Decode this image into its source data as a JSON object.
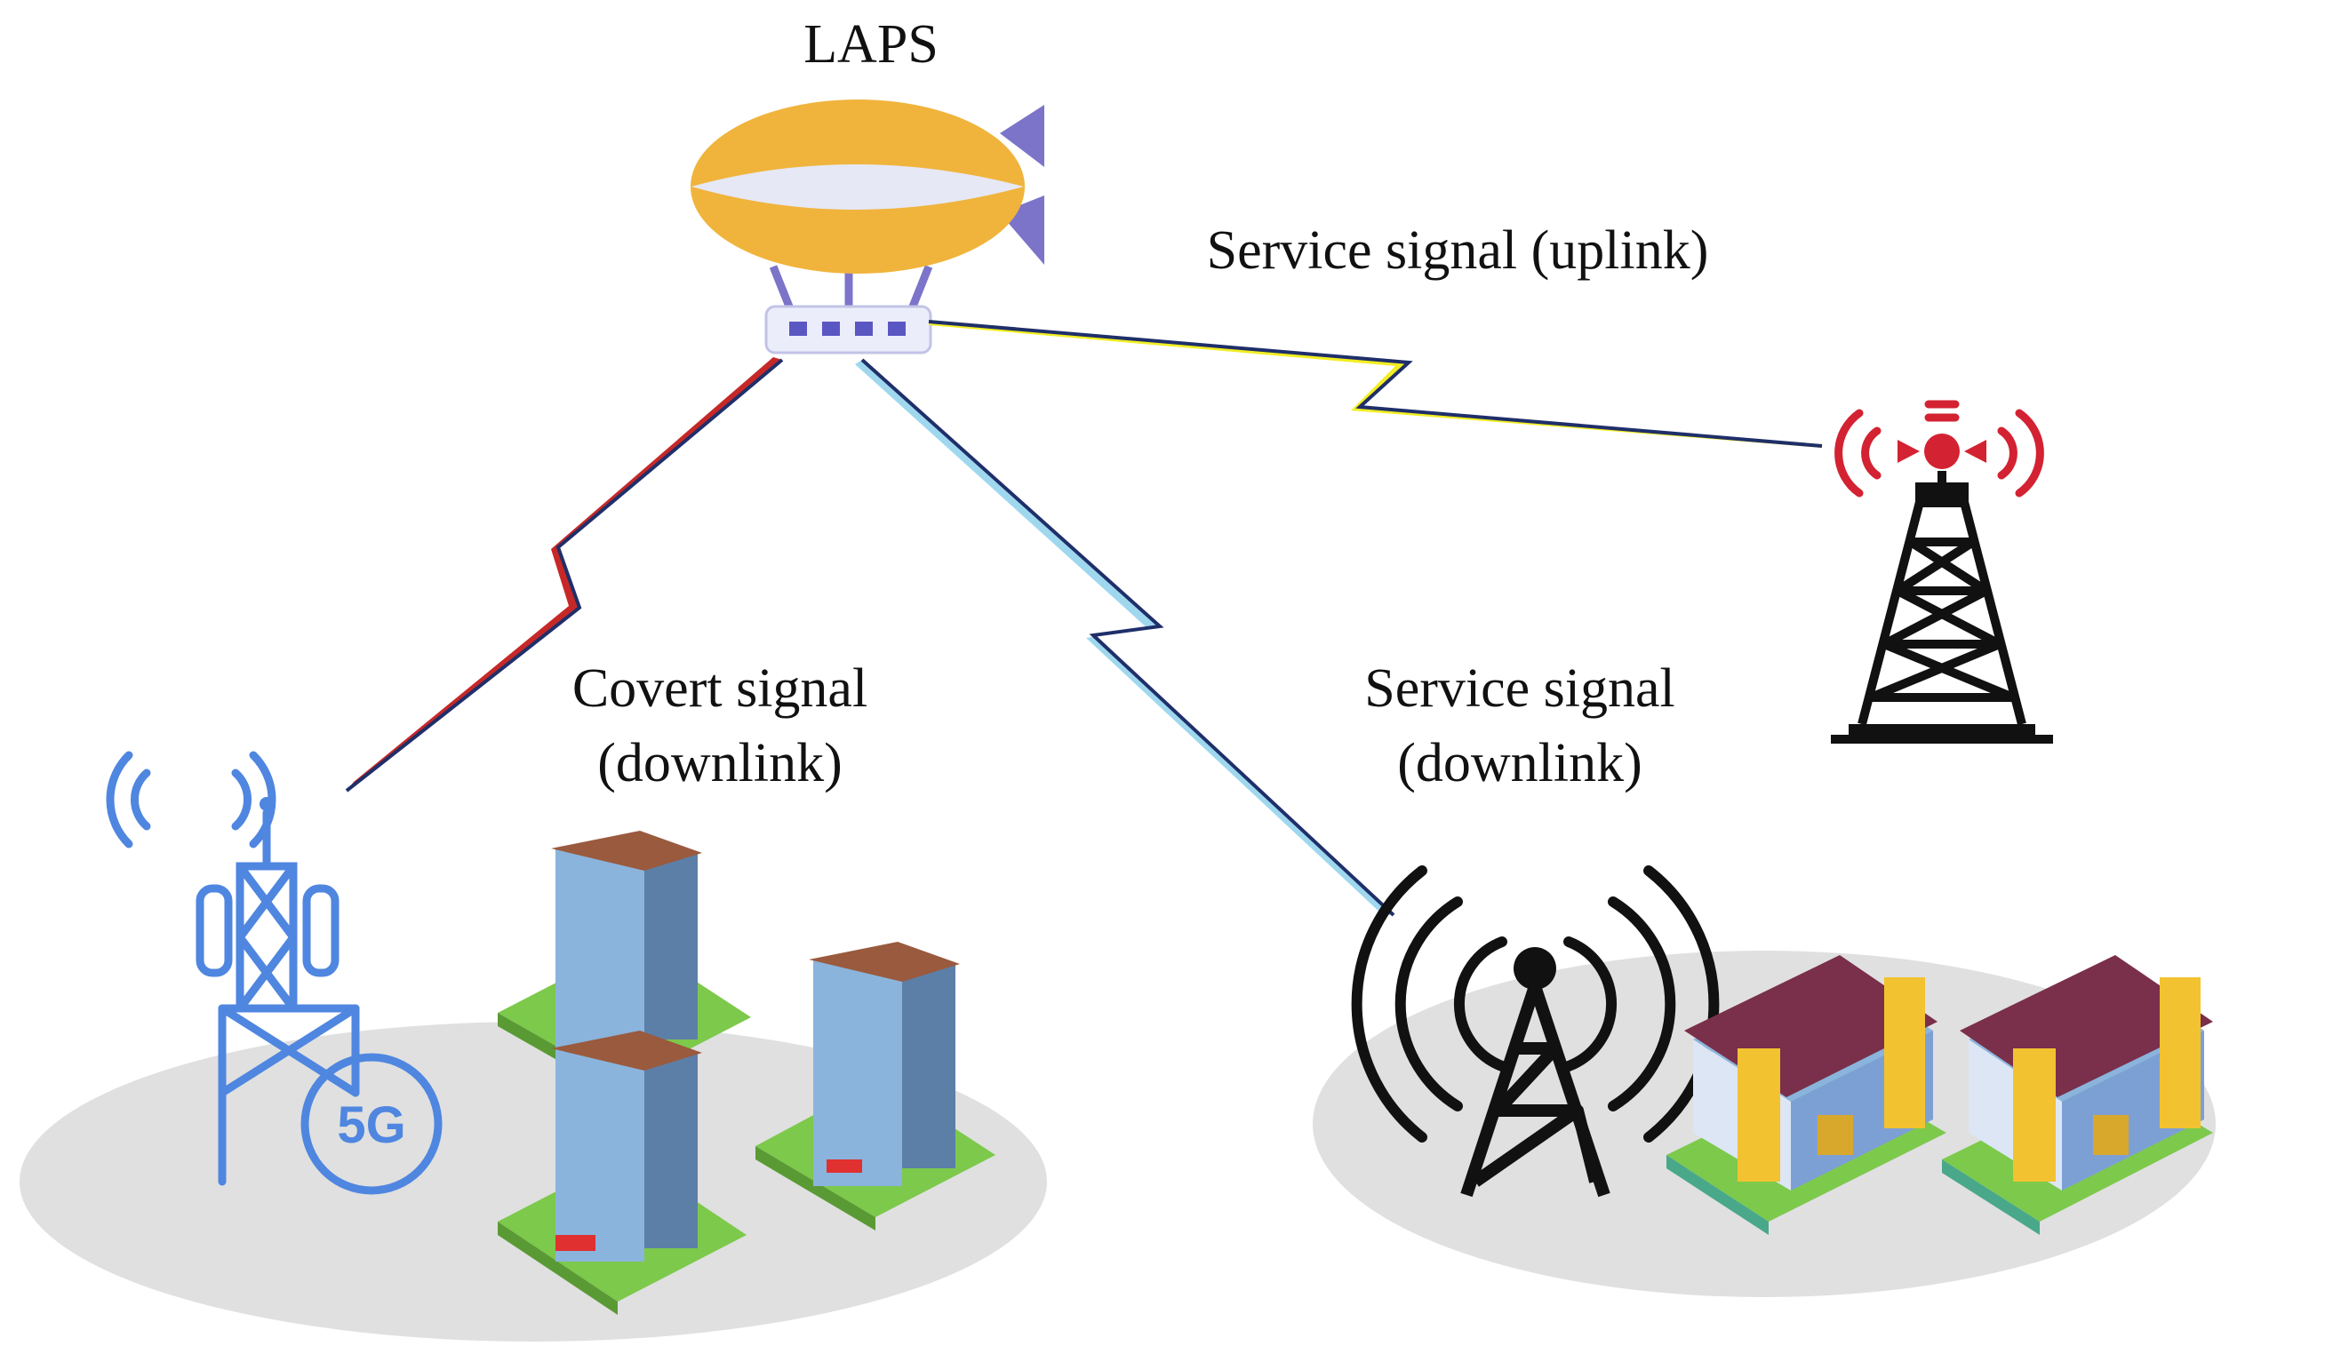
{
  "labels": {
    "laps": "LAPS",
    "uplink": "Service signal (uplink)",
    "covert_line1": "Covert signal",
    "covert_line2": "(downlink)",
    "service_line1": "Service signal",
    "service_line2": "(downlink)",
    "badge_5g": "5G"
  },
  "colors": {
    "ground": "#e0e0e0",
    "blimp_body": "#f0b43c",
    "blimp_stripe": "#e6e8f5",
    "blimp_fin": "#7b74c9",
    "link_dark": "#1f2f6a",
    "covert_bolt": "#c62828",
    "uplink_bolt": "#f2ee22",
    "service_bolt": "#9fd8ee",
    "tower_5g": "#4f86e0",
    "tower_red": "#d32232",
    "tower_black": "#111111",
    "building_blue": "#8ab4dc",
    "building_roof": "#9a5a3e",
    "grass": "#7dc94c",
    "office_roof": "#7a2f4a",
    "office_yellow": "#f2c230"
  },
  "icons": {
    "blimp": "blimp-icon",
    "router": "router-icon",
    "tower_5g": "5g-tower-icon",
    "tower_red": "radio-tower-icon",
    "tower_black": "broadcast-tower-icon"
  }
}
